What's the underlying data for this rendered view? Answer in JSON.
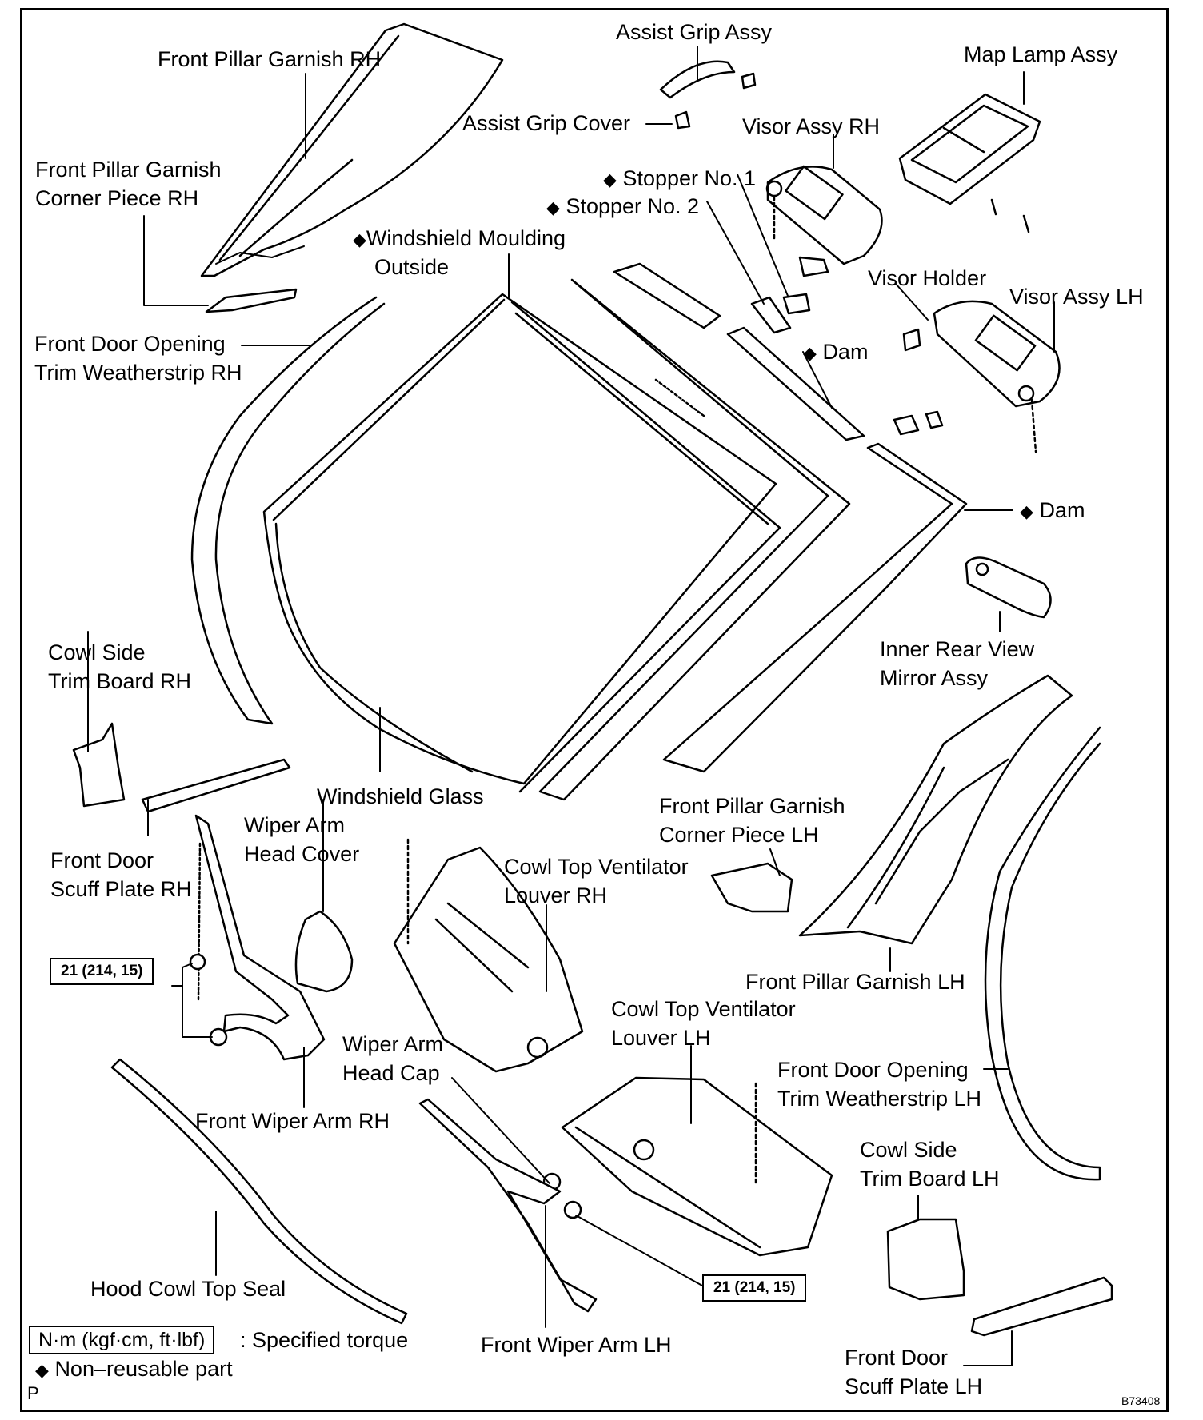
{
  "labels": {
    "assist_grip_assy": "Assist Grip Assy",
    "map_lamp_assy": "Map Lamp Assy",
    "front_pillar_garnish_rh": "Front Pillar Garnish RH",
    "assist_grip_cover": "Assist Grip Cover",
    "visor_assy_rh": "Visor Assy RH",
    "fpg_corner_rh_1": "Front Pillar Garnish",
    "fpg_corner_rh_2": "Corner Piece RH",
    "stopper_no1": "Stopper No. 1",
    "stopper_no2": "Stopper No. 2",
    "windshield_moulding_1": "Windshield Moulding",
    "windshield_moulding_2": "Outside",
    "visor_holder": "Visor Holder",
    "visor_assy_lh": "Visor Assy LH",
    "fdo_weather_rh_1": "Front Door Opening",
    "fdo_weather_rh_2": "Trim Weatherstrip RH",
    "dam_1": "Dam",
    "dam_2": "Dam",
    "inner_mirror_1": "Inner Rear View",
    "inner_mirror_2": "Mirror Assy",
    "cowl_side_rh_1": "Cowl Side",
    "cowl_side_rh_2": "Trim Board RH",
    "windshield_glass": "Windshield Glass",
    "fpg_corner_lh_1": "Front Pillar Garnish",
    "fpg_corner_lh_2": "Corner Piece LH",
    "wiper_head_cover_1": "Wiper Arm",
    "wiper_head_cover_2": "Head Cover",
    "front_door_scuff_rh_1": "Front Door",
    "front_door_scuff_rh_2": "Scuff Plate RH",
    "cowl_louver_rh_1": "Cowl Top Ventilator",
    "cowl_louver_rh_2": "Louver RH",
    "front_pillar_garnish_lh": "Front Pillar Garnish LH",
    "cowl_louver_lh_1": "Cowl Top Ventilator",
    "cowl_louver_lh_2": "Louver LH",
    "wiper_head_cap_1": "Wiper Arm",
    "wiper_head_cap_2": "Head Cap",
    "fdo_weather_lh_1": "Front Door Opening",
    "fdo_weather_lh_2": "Trim Weatherstrip LH",
    "front_wiper_rh": "Front Wiper Arm RH",
    "cowl_side_lh_1": "Cowl Side",
    "cowl_side_lh_2": "Trim Board LH",
    "hood_cowl_seal": "Hood Cowl Top Seal",
    "front_wiper_lh": "Front Wiper Arm LH",
    "front_door_scuff_lh_1": "Front Door",
    "front_door_scuff_lh_2": "Scuff Plate LH"
  },
  "torque": {
    "rh": "21 (214, 15)",
    "lh": "21 (214, 15)"
  },
  "legend": {
    "unit": "N·m (kgf·cm, ft·lbf)",
    "unit_desc": ": Specified torque",
    "diamond": "◆",
    "non_reusable": "Non–reusable part"
  },
  "footer": {
    "corner_letter": "P",
    "code": "B73408"
  }
}
